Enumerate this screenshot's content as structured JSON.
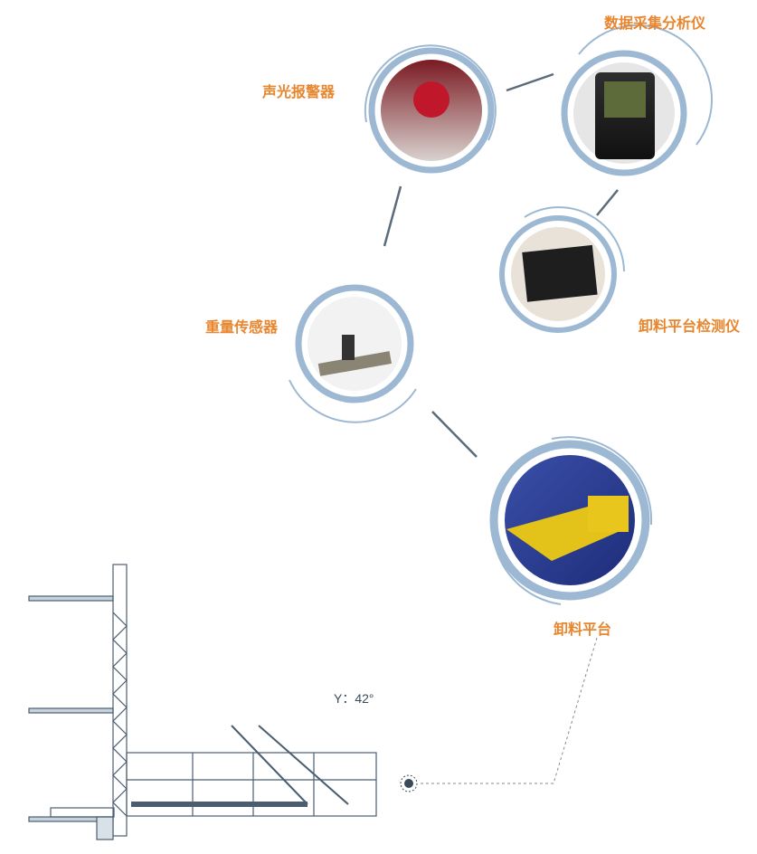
{
  "nodes": [
    {
      "label": "数据采集分析仪",
      "image": "data-acquisition-analyzer-photo"
    },
    {
      "label": "声光报警器",
      "image": "audible-visual-alarm-photo"
    },
    {
      "label": "卸料平台检测仪",
      "image": "platform-detector-photo"
    },
    {
      "label": "重量传感器",
      "image": "weight-sensor-photo"
    },
    {
      "label": "卸料平台",
      "image": "unloading-platform-render"
    }
  ],
  "drawing": {
    "angle_label": "Y：42°"
  },
  "colors": {
    "accent": "#e8862f",
    "ring": "#9db8d2",
    "line": "#5b6b7a",
    "drawing": "#4a5e70"
  }
}
